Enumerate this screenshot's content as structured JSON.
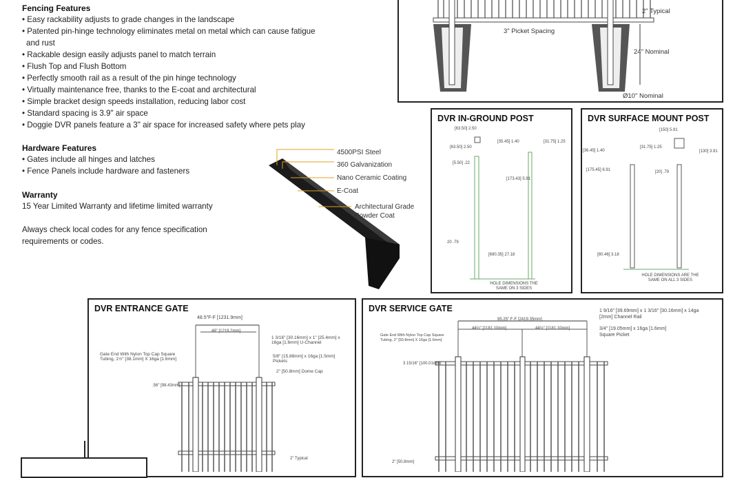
{
  "fencing": {
    "heading": "Fencing Features",
    "items": [
      "Easy rackability adjusts to grade changes in the landscape",
      "Patented pin-hinge technology eliminates metal on metal which can cause fatigue and rust",
      "Rackable design easily adjusts panel to match terrain",
      "Flush Top and Flush Bottom",
      "Perfectly smooth rail as a result of the pin hinge technology",
      "Virtually maintenance free, thanks to the E-coat and architectural",
      "Simple bracket design speeds installation, reducing labor cost",
      "Standard spacing is 3.9\" air space",
      "Doggie DVR panels feature a 3\" air space for increased safety where pets play"
    ]
  },
  "hardware": {
    "heading": "Hardware Features",
    "items": [
      "Gates include all hinges and latches",
      "Fence Panels include hardware and fasteners"
    ]
  },
  "warranty": {
    "heading": "Warranty",
    "text": "15 Year Limited Warranty and lifetime limited warranty"
  },
  "note": "Always check local codes for any fence specification requirements or codes.",
  "coating_layers": [
    "4500PSI Steel",
    "360 Galvanization",
    "Nano Ceramic Coating",
    "E-Coat",
    "Architectural Grade",
    "Powder Coat"
  ],
  "footing": {
    "typical": "2\" Typical",
    "picket_spacing": "3\" Picket Spacing",
    "depth": "24\" Nominal",
    "diameter": "Ø10\" Nominal"
  },
  "inground": {
    "title": "DVR IN-GROUND POST",
    "dims": [
      "[63.50] 2.50",
      "[63.50] 2.50",
      "[5.50] .22",
      "[35.45] 1.40",
      "[31.75] 1.25",
      "[173.43] 5.91",
      "[690.35] 27.18",
      "20 .79"
    ],
    "note": "HOLE DIMENSIONS THE SAME ON 3 SIDES"
  },
  "surface": {
    "title": "DVR SURFACE MOUNT POST",
    "dims": [
      "[150] 5.91",
      "[36.45] 1.40",
      "[31.75] 1.25",
      "[130] 3.91",
      "[175.45] 6.91",
      "[20] .79",
      "[80.46] 3.18"
    ],
    "note": "HOLE DIMENSIONS ARE THE SAME ON ALL 3 SIDES"
  },
  "entrance": {
    "title": "DVR ENTRANCE GATE",
    "width_ff": "48.5\"F-F [1231.9mm]",
    "width_inner": "48\" [1219.2mm]",
    "channel": "1 3/16\" [30.16mm] x 1\" [25.4mm] x 16ga [1.6mm] U-Channel",
    "pickets": "5/8\" [15.88mm] x 16ga [1.5mm] Pickets",
    "cap": "2\" [50.8mm] Dome Cap",
    "gate_end": "Gate End With Nylon Top Cap Square Tubing, 1½\" [38.1mm] X 16ga [1.6mm]",
    "side": ".56\" [98.43mm]",
    "typical": "2\" Typical"
  },
  "service": {
    "title": "DVR SERVICE GATE",
    "width_ff": "95.25\" F-F [2419.35mm]",
    "leaf1": "44½\" [1181.10mm]",
    "leaf2": "44½\" [1181.10mm]",
    "rail": "1 9/16\" [39.69mm] x 1 3/16\" [30.16mm] x 14ga [2mm] Channel Rail",
    "picket": "3/4\" [19.05mm] x 16ga [1.6mm] Square Picket",
    "gate_end": "Gate End With Nylon Top Cap Square Tubing, 2\" [50.8mm] X 16ga [1.6mm]",
    "side": "3 15/16\" [100.01mm]",
    "bottom": "2\" [50.8mm]"
  }
}
